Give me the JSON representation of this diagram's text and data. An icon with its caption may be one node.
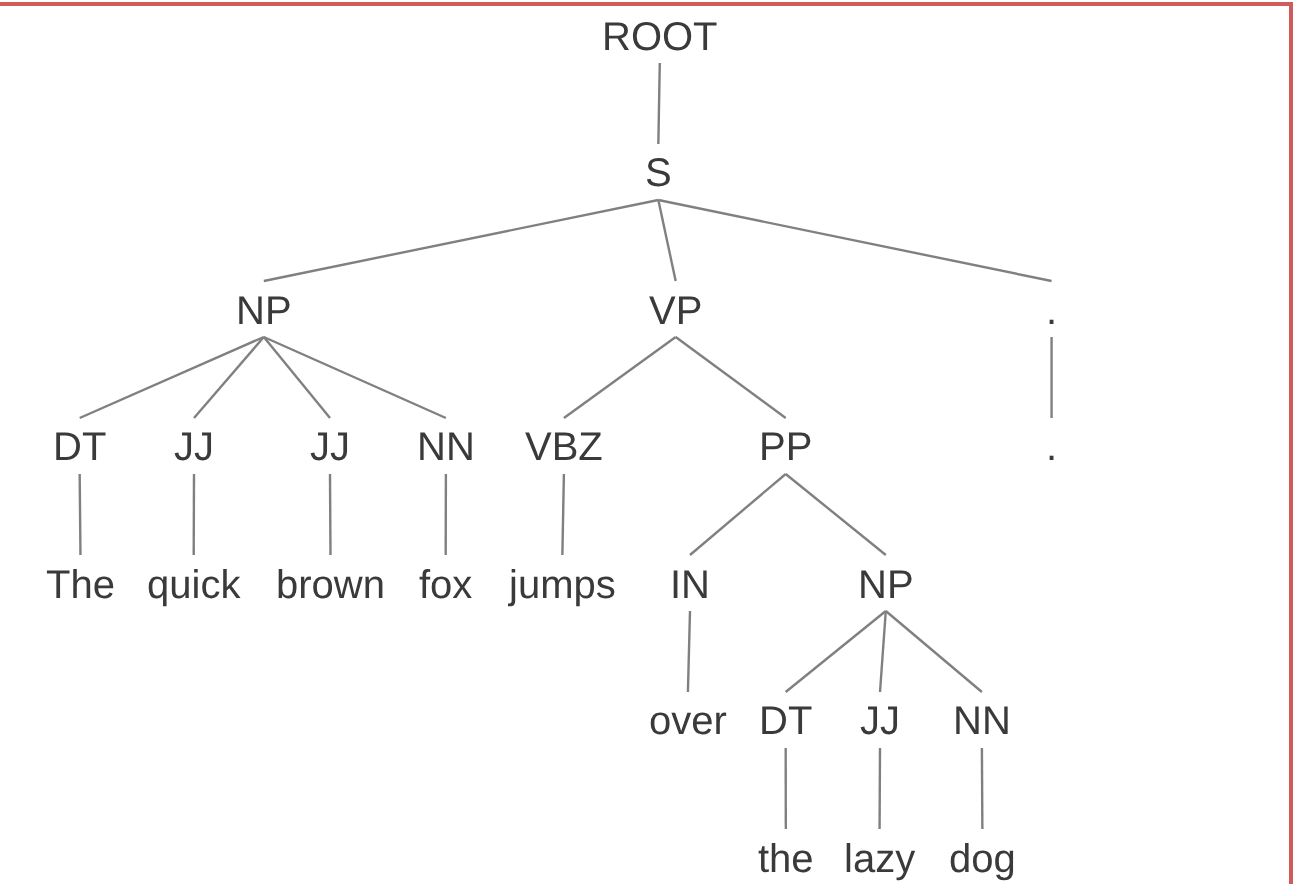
{
  "diagram": {
    "nodes": [
      {
        "text": [
          "ROOT"
        ]
      },
      {
        "text": [
          "S"
        ]
      },
      {
        "text": [
          "NP"
        ]
      },
      {
        "text": [
          "VP"
        ]
      },
      {
        "text": [
          "."
        ]
      },
      {
        "text": [
          "DT"
        ]
      },
      {
        "text": [
          "JJ"
        ]
      },
      {
        "text": [
          "JJ"
        ]
      },
      {
        "text": [
          "NN"
        ]
      },
      {
        "text": [
          "VBZ"
        ]
      },
      {
        "text": [
          "PP"
        ]
      },
      {
        "text": [
          "."
        ]
      },
      {
        "text": [
          "The"
        ]
      },
      {
        "text": [
          "quick"
        ]
      },
      {
        "text": [
          "brown"
        ]
      },
      {
        "text": [
          "fox"
        ]
      },
      {
        "text": [
          "jumps"
        ]
      },
      {
        "text": [
          "IN"
        ]
      },
      {
        "text": [
          "NP"
        ]
      },
      {
        "text": [
          "over"
        ]
      },
      {
        "text": [
          "DT"
        ]
      },
      {
        "text": [
          "JJ"
        ]
      },
      {
        "text": [
          "NN"
        ]
      },
      {
        "text": [
          "the"
        ]
      },
      {
        "text": [
          "lazy"
        ]
      },
      {
        "text": [
          "dog"
        ]
      }
    ],
    "edges": [
      {
        "from": 0,
        "to": 1,
        "arrow": "none"
      },
      {
        "from": 1,
        "to": 2,
        "arrow": "none"
      },
      {
        "from": 1,
        "to": 3,
        "arrow": "none"
      },
      {
        "from": 1,
        "to": 4,
        "arrow": "none"
      },
      {
        "from": 2,
        "to": 5,
        "arrow": "none"
      },
      {
        "from": 2,
        "to": 6,
        "arrow": "none"
      },
      {
        "from": 2,
        "to": 7,
        "arrow": "none"
      },
      {
        "from": 2,
        "to": 8,
        "arrow": "none"
      },
      {
        "from": 3,
        "to": 9,
        "arrow": "none"
      },
      {
        "from": 3,
        "to": 10,
        "arrow": "none"
      },
      {
        "from": 4,
        "to": 11,
        "arrow": "none"
      },
      {
        "from": 5,
        "to": 12,
        "arrow": "none"
      },
      {
        "from": 6,
        "to": 13,
        "arrow": "none"
      },
      {
        "from": 7,
        "to": 14,
        "arrow": "none"
      },
      {
        "from": 8,
        "to": 15,
        "arrow": "none"
      },
      {
        "from": 9,
        "to": 16,
        "arrow": "none"
      },
      {
        "from": 10,
        "to": 17,
        "arrow": "none"
      },
      {
        "from": 10,
        "to": 18,
        "arrow": "none"
      },
      {
        "from": 17,
        "to": 19,
        "arrow": "none"
      },
      {
        "from": 18,
        "to": 20,
        "arrow": "none"
      },
      {
        "from": 18,
        "to": 21,
        "arrow": "none"
      },
      {
        "from": 18,
        "to": 22,
        "arrow": "none"
      },
      {
        "from": 20,
        "to": 23,
        "arrow": "none"
      },
      {
        "from": 21,
        "to": 24,
        "arrow": "none"
      },
      {
        "from": 22,
        "to": 25,
        "arrow": "none"
      }
    ]
  }
}
